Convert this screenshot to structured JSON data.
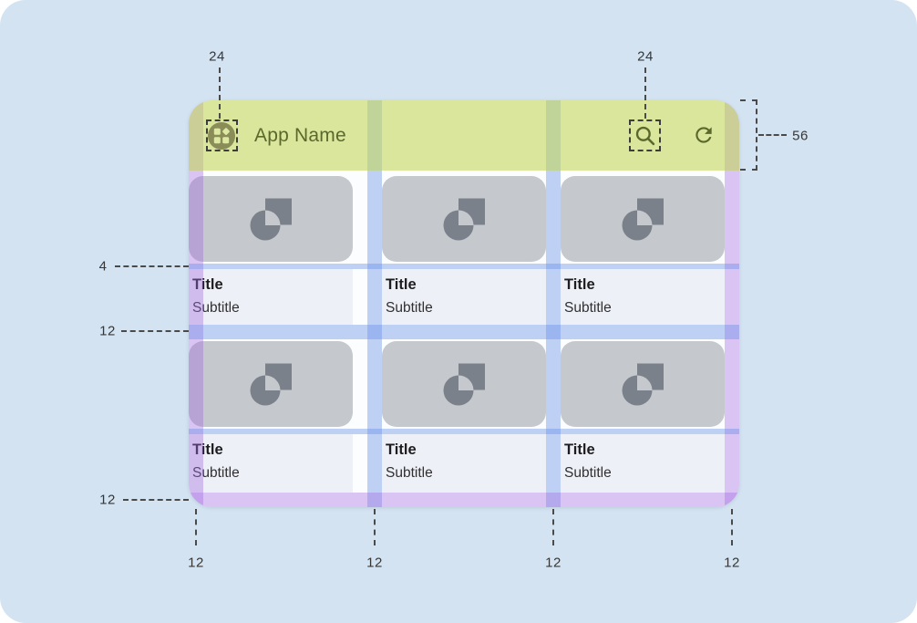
{
  "appbar": {
    "title": "App Name"
  },
  "cards": [
    {
      "title": "Title",
      "subtitle": "Subtitle"
    },
    {
      "title": "Title",
      "subtitle": "Subtitle"
    },
    {
      "title": "Title",
      "subtitle": "Subtitle"
    },
    {
      "title": "Title",
      "subtitle": "Subtitle"
    },
    {
      "title": "Title",
      "subtitle": "Subtitle"
    },
    {
      "title": "Title",
      "subtitle": "Subtitle"
    }
  ],
  "annotations": {
    "appbar_leading_icon_size": "24",
    "appbar_trailing_icon_size": "24",
    "appbar_height": "56",
    "image_text_spacing": "4",
    "vertical_row_spacing": "12",
    "bottom_margin": "12",
    "bottom_edge_spacings": [
      "12",
      "12",
      "12",
      "12"
    ]
  },
  "colors": {
    "page_bg": "#d3e3f2",
    "device_bg": "#fcfdff",
    "appbar_overlay": "rgba(193,213,84,0.58)",
    "margin_overlay": "rgba(165,110,225,0.40)",
    "gutter_overlay": "rgba(100,140,230,0.40)",
    "card_image_bg": "#c5c8cc",
    "card_icon": "#7a818b",
    "text_area_bg": "#eef0f7",
    "title_color": "#1d1d1f",
    "subtitle_color": "#303032",
    "appbar_content": "#5a682c",
    "app_icon_circle": "#8a8d58",
    "app_icon_glyph": "#dde8a2",
    "annotation_color": "#363636"
  }
}
